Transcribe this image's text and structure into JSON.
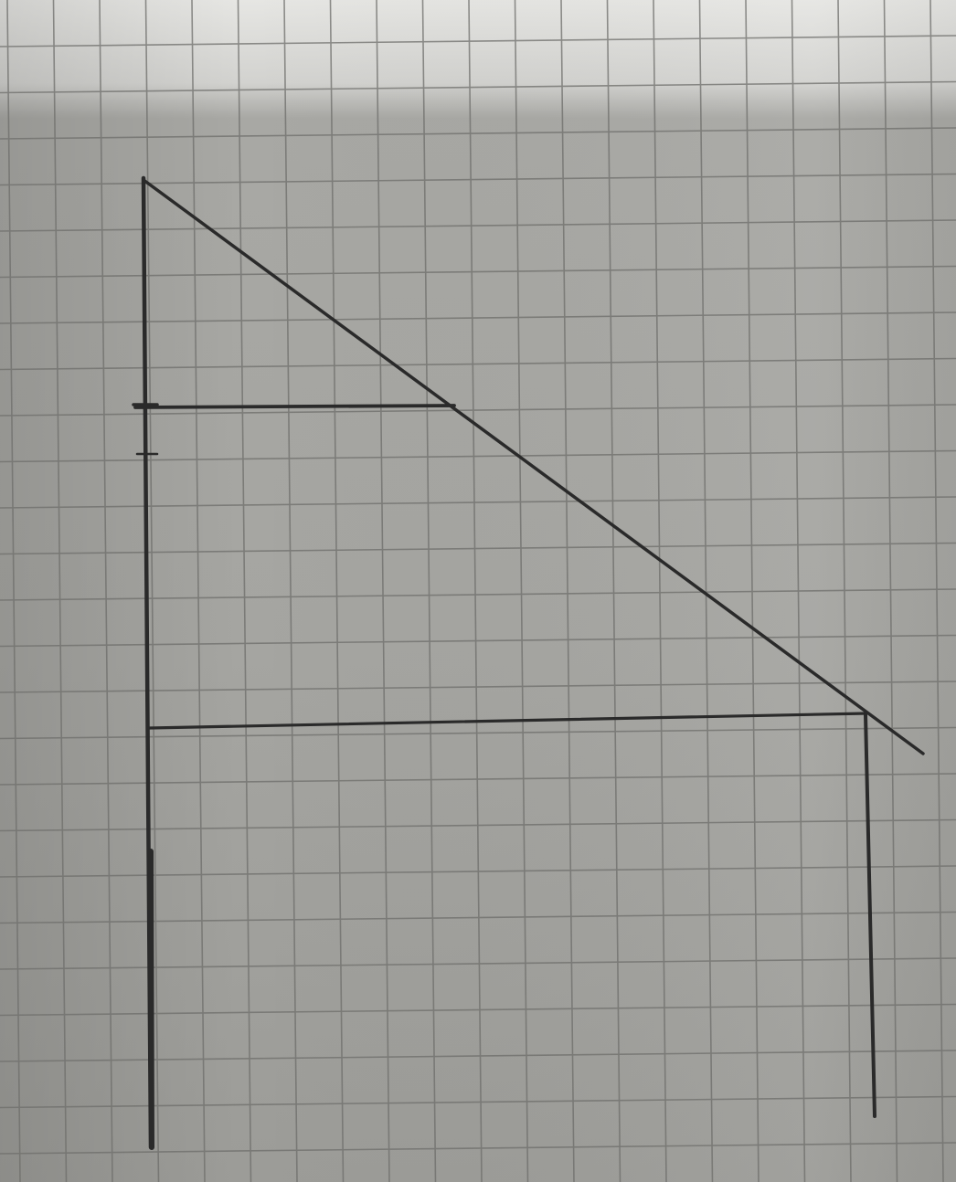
{
  "diagram": {
    "paper_color": "#a9a9a5",
    "grid_color": "#6e6e6b",
    "ink_color": "#2a2a2a",
    "strokes": [
      {
        "name": "left-vertical-line"
      },
      {
        "name": "diagonal-line"
      },
      {
        "name": "upper-horizontal-line"
      },
      {
        "name": "lower-horizontal-line"
      },
      {
        "name": "right-vertical-line"
      }
    ],
    "tick_marks": [
      {
        "name": "left-tick-mark-upper"
      },
      {
        "name": "left-tick-mark-lower"
      }
    ]
  }
}
